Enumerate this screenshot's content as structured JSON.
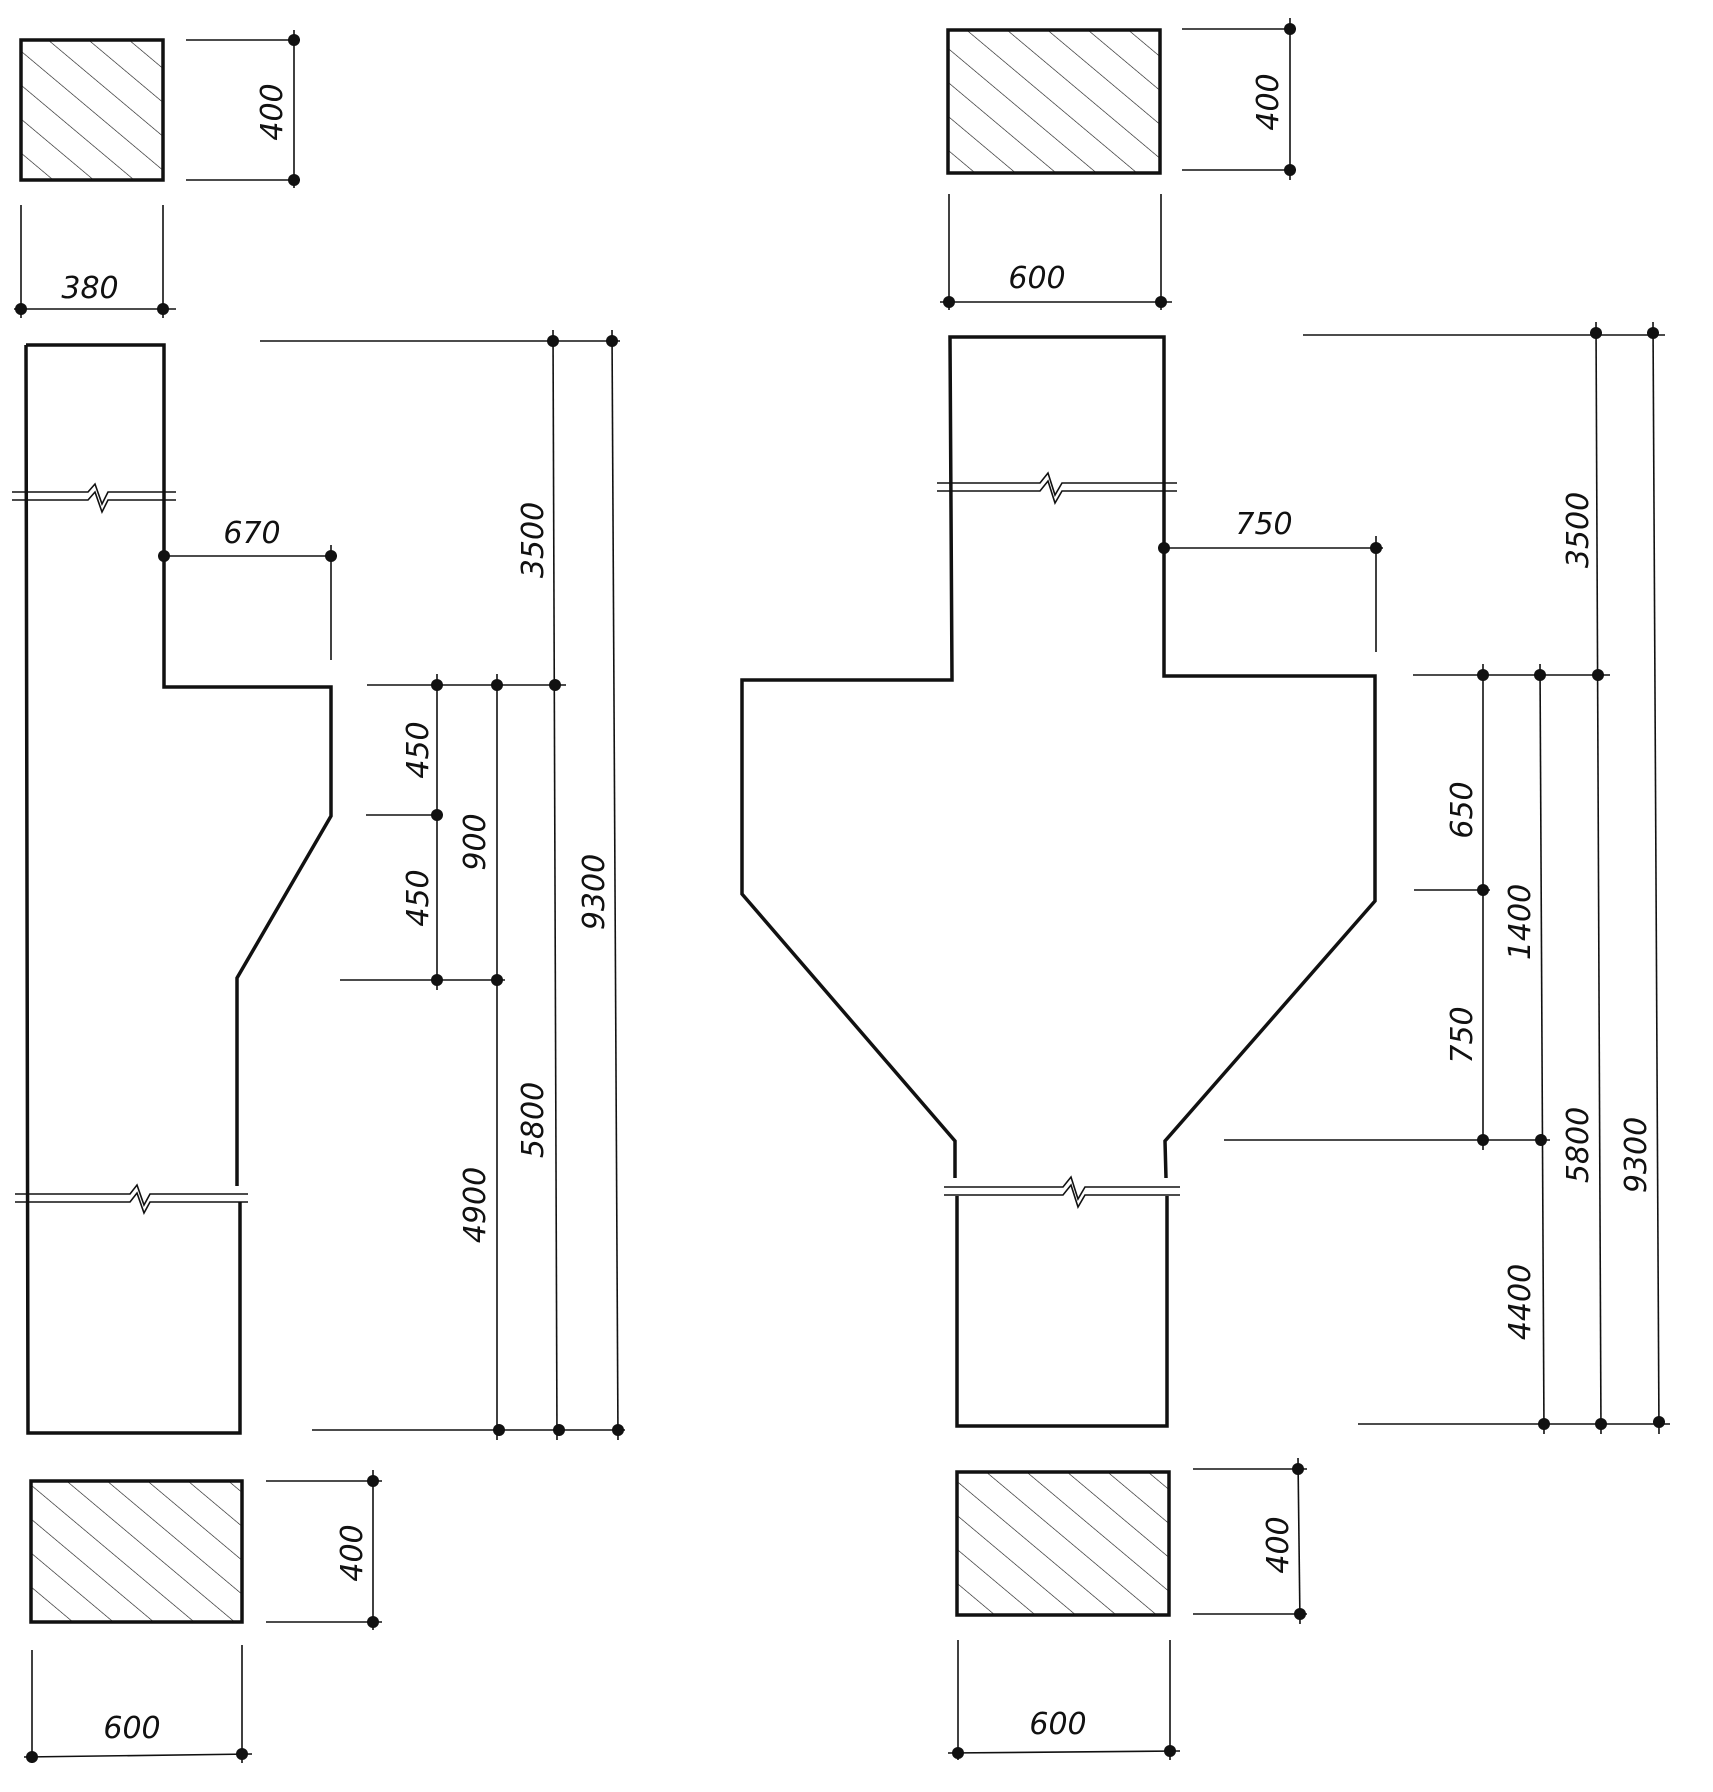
{
  "left_column": {
    "top_section": {
      "width": "380",
      "height": "400"
    },
    "bottom_section": {
      "width": "600",
      "height": "400"
    },
    "dims": {
      "bracket_projection": "670",
      "upper_height": "3500",
      "total_height": "9300",
      "haunch_vertical": "450",
      "haunch_sloped": "450",
      "bracket_depth": "900",
      "lower_column": "4900",
      "lower_total": "5800"
    }
  },
  "right_column": {
    "top_section": {
      "width": "600",
      "height": "400"
    },
    "bottom_section": {
      "width": "600",
      "height": "400"
    },
    "dims": {
      "bracket_projection": "750",
      "upper_height": "3500",
      "total_height": "9300",
      "haunch_vertical": "650",
      "haunch_sloped": "750",
      "bracket_depth": "1400",
      "lower_column": "4400",
      "lower_total": "5800"
    }
  }
}
